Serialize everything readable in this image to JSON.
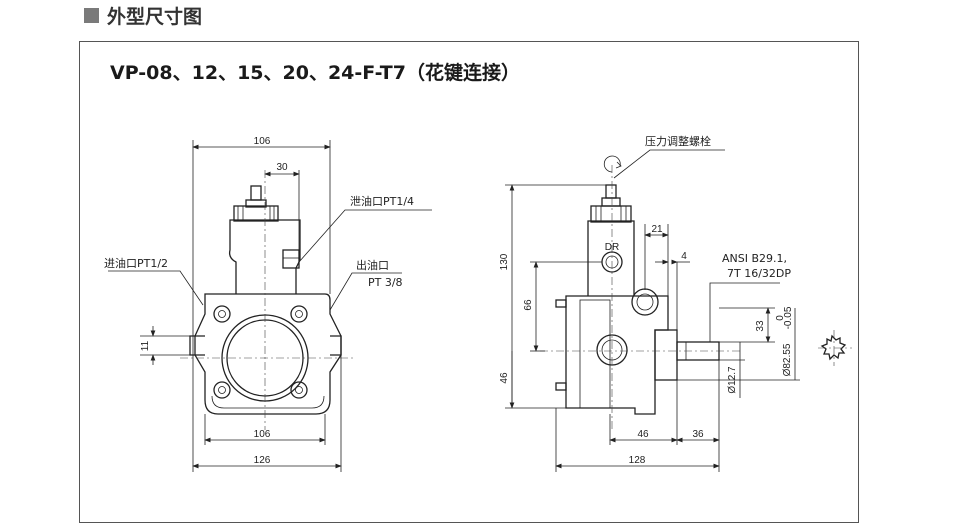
{
  "heading": {
    "title": "外型尺寸图"
  },
  "model_title": "VP-08、12、15、20、24-F-T7（花键连接）",
  "front_view": {
    "dims": {
      "top_width": "106",
      "top_offset": "30",
      "bottom_width": "106",
      "overall_width": "126",
      "left_height": "11"
    },
    "labels": {
      "drain_port": "泄油口PT1/4",
      "inlet_port": "进油口PT1/2",
      "outlet_port": "出油口",
      "outlet_spec": "PT 3/8"
    }
  },
  "side_view": {
    "dims": {
      "height_total": "130",
      "height_mid": "66",
      "height_low": "46",
      "offset_21": "21",
      "offset_4": "4",
      "key_33": "33",
      "pilot_dia": "Ø82.55",
      "pilot_tol_upper": "0",
      "pilot_tol_lower": "-0.05",
      "shaft_dia": "Ø12.7",
      "len_46": "46",
      "len_36": "36",
      "overall_128": "128"
    },
    "labels": {
      "adjust_screw": "压力调整螺栓",
      "dr_mark": "DR",
      "spline_line1": "ANSI B29.1,",
      "spline_line2": "7T 16/32DP"
    }
  }
}
